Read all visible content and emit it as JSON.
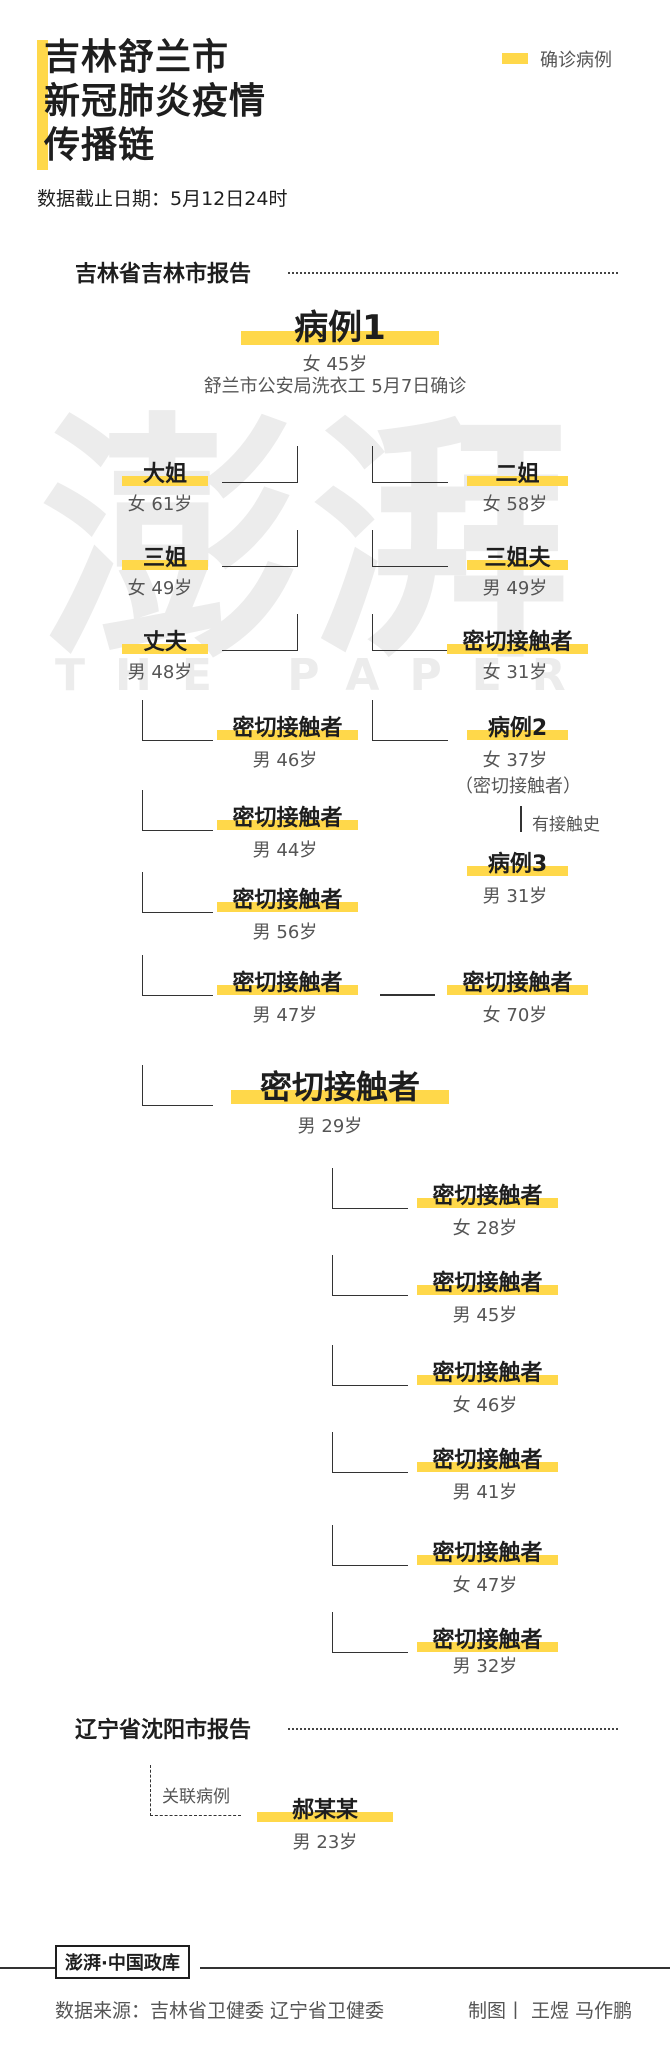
{
  "title": {
    "line1": "吉林舒兰市",
    "line2": "新冠肺炎疫情",
    "line3": "传播链"
  },
  "date": "数据截止日期：5月12日24时",
  "legend": {
    "label": "确诊病例",
    "swatch_color": "#ffd84a"
  },
  "watermark": {
    "main": "澎湃",
    "sub": "THE PAPER"
  },
  "section1": "吉林省吉林市报告",
  "section2": "辽宁省沈阳市报告",
  "case1": {
    "label": "病例1",
    "line1": "女 45岁",
    "line2": "舒兰市公安局洗衣工 5月7日确诊"
  },
  "left_family": [
    {
      "label": "大姐",
      "info": "女 61岁"
    },
    {
      "label": "三姐",
      "info": "女 49岁"
    },
    {
      "label": "丈夫",
      "info": "男 48岁"
    }
  ],
  "right_family": [
    {
      "label": "二姐",
      "info": "女 58岁"
    },
    {
      "label": "三姐夫",
      "info": "男 49岁"
    },
    {
      "label": "密切接触者",
      "info": "女 31岁"
    }
  ],
  "husband_contacts": [
    {
      "label": "密切接触者",
      "info": "男 46岁"
    },
    {
      "label": "密切接触者",
      "info": "男 44岁"
    },
    {
      "label": "密切接触者",
      "info": "男 56岁"
    },
    {
      "label": "密切接触者",
      "info": "男 47岁"
    }
  ],
  "case2": {
    "label": "病例2",
    "line1": "女 37岁",
    "line2": "（密切接触者）"
  },
  "contact_history": "有接触史",
  "case3": {
    "label": "病例3",
    "line1": "男 31岁"
  },
  "side_contact": {
    "label": "密切接触者",
    "info": "女 70岁"
  },
  "big_contact": {
    "label": "密切接触者",
    "info": "男 29岁"
  },
  "sub_contacts": [
    {
      "label": "密切接触者",
      "info": "女 28岁"
    },
    {
      "label": "密切接触者",
      "info": "男 45岁"
    },
    {
      "label": "密切接触者",
      "info": "女 46岁"
    },
    {
      "label": "密切接触者",
      "info": "男 41岁"
    },
    {
      "label": "密切接触者",
      "info": "女 47岁"
    },
    {
      "label": "密切接触者",
      "info": "男 32岁"
    }
  ],
  "related_label": "关联病例",
  "shenyang_case": {
    "label": "郝某某",
    "info": "男 23岁"
  },
  "footer": {
    "logo_text": "澎湃·中国政库",
    "source": "数据来源：吉林省卫健委  辽宁省卫健委",
    "credit": "制图丨 王煜   马作鹏"
  }
}
